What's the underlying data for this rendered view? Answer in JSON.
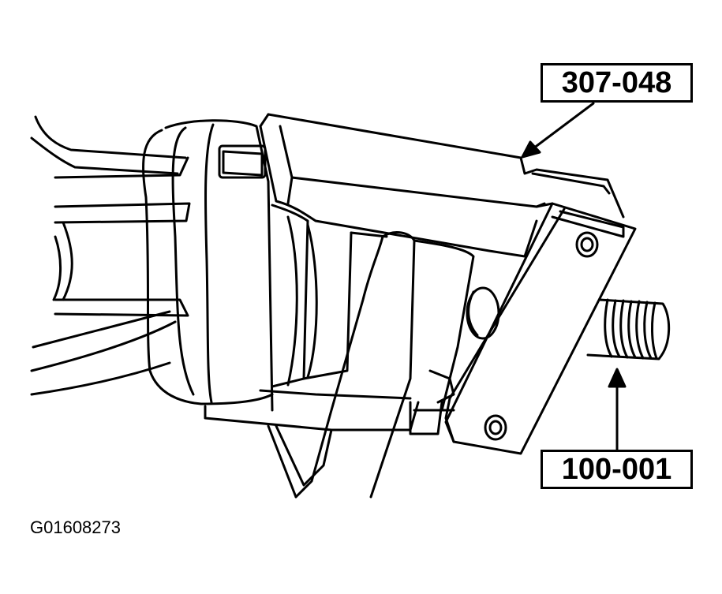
{
  "callouts": {
    "tool_top": "307-048",
    "tool_bottom": "100-001"
  },
  "figure_id": "G01608273",
  "colors": {
    "ink": "#000000",
    "paper": "#ffffff"
  }
}
